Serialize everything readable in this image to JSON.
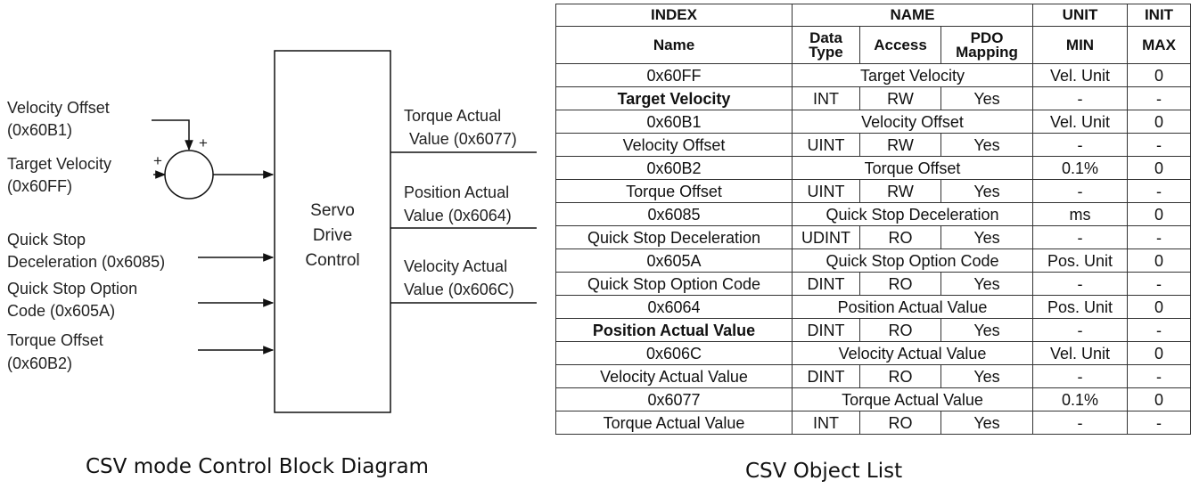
{
  "diagram": {
    "inputs": {
      "velocity_offset": [
        "Velocity Offset",
        "(0x60B1)"
      ],
      "target_velocity": [
        "Target Velocity",
        "(0x60FF)"
      ],
      "quick_stop_decel": [
        "Quick Stop",
        "Deceleration (0x6085)"
      ],
      "quick_stop_option": [
        "Quick Stop Option",
        "Code (0x605A)"
      ],
      "torque_offset": [
        "Torque Offset",
        "(0x60B2)"
      ]
    },
    "summer_signs": [
      "+",
      "+"
    ],
    "block_label": [
      "Servo",
      "Drive",
      "Control"
    ],
    "outputs": {
      "torque_actual": [
        "Torque Actual",
        "Value (0x6077)"
      ],
      "position_actual": [
        "Position Actual",
        "Value (0x6064)"
      ],
      "velocity_actual": [
        "Velocity Actual",
        "Value (0x606C)"
      ]
    },
    "caption": "CSV mode Control Block Diagram"
  },
  "table": {
    "header1": [
      "INDEX",
      "NAME",
      "UNIT",
      "INIT"
    ],
    "header2": [
      "Name",
      "Data Type",
      "Access",
      "PDO Mapping",
      "MIN",
      "MAX"
    ],
    "objects": [
      {
        "index": "0x60FF",
        "title": "Target Velocity",
        "unit": "Vel. Unit",
        "init": "0",
        "name": "Target Velocity",
        "type": "INT",
        "access": "RW",
        "pdo": "Yes",
        "min": "-",
        "max": "-",
        "bold": true
      },
      {
        "index": "0x60B1",
        "title": "Velocity Offset",
        "unit": "Vel. Unit",
        "init": "0",
        "name": "Velocity Offset",
        "type": "UINT",
        "access": "RW",
        "pdo": "Yes",
        "min": "-",
        "max": "-",
        "bold": false
      },
      {
        "index": "0x60B2",
        "title": "Torque Offset",
        "unit": "0.1%",
        "init": "0",
        "name": "Torque Offset",
        "type": "UINT",
        "access": "RW",
        "pdo": "Yes",
        "min": "-",
        "max": "-",
        "bold": false
      },
      {
        "index": "0x6085",
        "title": "Quick Stop Deceleration",
        "unit": "ms",
        "init": "0",
        "name": "Quick Stop Deceleration",
        "type": "UDINT",
        "access": "RO",
        "pdo": "Yes",
        "min": "-",
        "max": "-",
        "bold": false
      },
      {
        "index": "0x605A",
        "title": "Quick Stop Option Code",
        "unit": "Pos. Unit",
        "init": "0",
        "name": "Quick Stop Option Code",
        "type": "DINT",
        "access": "RO",
        "pdo": "Yes",
        "min": "-",
        "max": "-",
        "bold": false
      },
      {
        "index": "0x6064",
        "title": "Position Actual Value",
        "unit": "Pos. Unit",
        "init": "0",
        "name": "Position Actual Value",
        "type": "DINT",
        "access": "RO",
        "pdo": "Yes",
        "min": "-",
        "max": "-",
        "bold": true
      },
      {
        "index": "0x606C",
        "title": "Velocity Actual Value",
        "unit": "Vel. Unit",
        "init": "0",
        "name": "Velocity Actual Value",
        "type": "DINT",
        "access": "RO",
        "pdo": "Yes",
        "min": "-",
        "max": "-",
        "bold": false
      },
      {
        "index": "0x6077",
        "title": "Torque Actual Value",
        "unit": "0.1%",
        "init": "0",
        "name": "Torque Actual Value",
        "type": "INT",
        "access": "RO",
        "pdo": "Yes",
        "min": "-",
        "max": "-",
        "bold": false
      }
    ],
    "caption": "CSV Object List"
  }
}
